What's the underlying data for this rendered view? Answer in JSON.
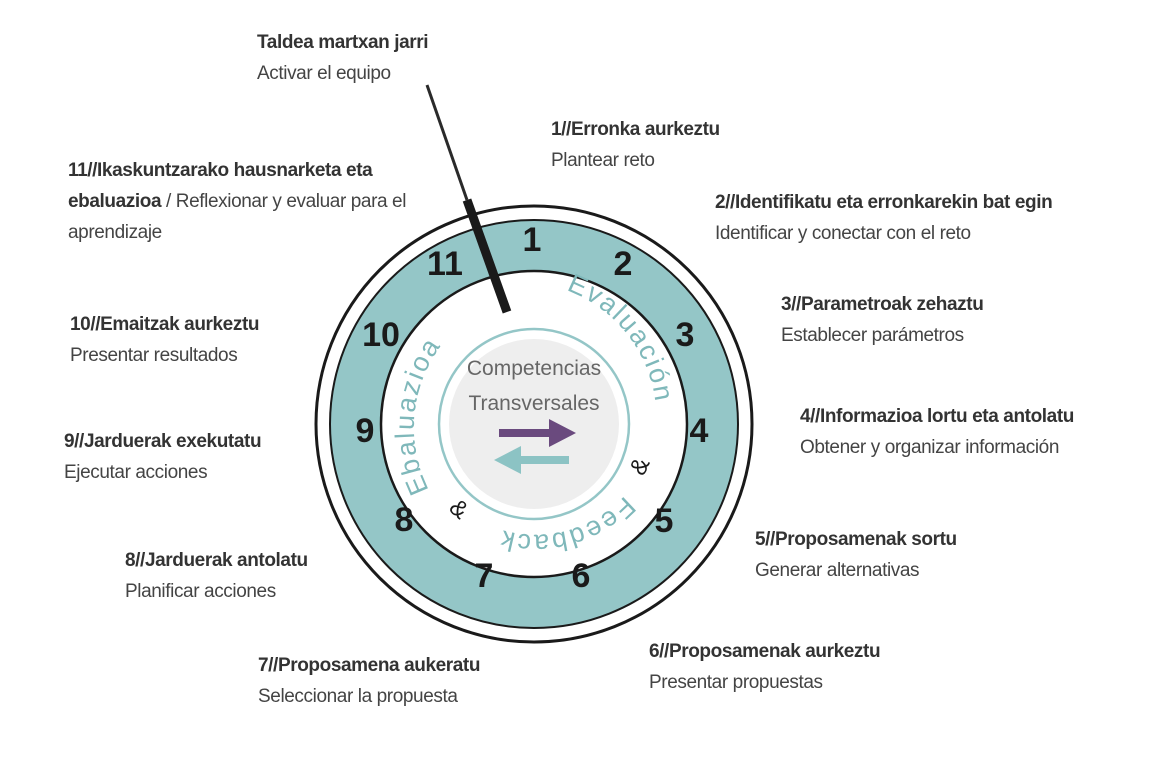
{
  "start": {
    "title": "Taldea martxan jarri",
    "subtitle": "Activar el equipo"
  },
  "steps": [
    {
      "num": "1",
      "prefix": "1//",
      "eu": "Erronka aurkeztu",
      "es": "Plantear reto"
    },
    {
      "num": "2",
      "prefix": "2//",
      "eu": "Identifikatu eta erronkarekin bat egin",
      "es": "Identificar y conectar con el reto"
    },
    {
      "num": "3",
      "prefix": "3//",
      "eu": "Parametroak zehaztu",
      "es": "Establecer parámetros"
    },
    {
      "num": "4",
      "prefix": "4//",
      "eu": "Informazioa lortu eta antolatu",
      "es": "Obtener y organizar información"
    },
    {
      "num": "5",
      "prefix": "5//",
      "eu": "Proposamenak sortu",
      "es": "Generar alternativas"
    },
    {
      "num": "6",
      "prefix": "6//",
      "eu": "Proposamenak aurkeztu",
      "es": "Presentar propuestas"
    },
    {
      "num": "7",
      "prefix": "7//",
      "eu": "Proposamena aukeratu",
      "es": "Seleccionar la propuesta"
    },
    {
      "num": "8",
      "prefix": "8//",
      "eu": "Jarduerak antolatu",
      "es": "Planificar acciones"
    },
    {
      "num": "9",
      "prefix": "9//",
      "eu": "Jarduerak exekutatu",
      "es": "Ejecutar acciones"
    },
    {
      "num": "10",
      "prefix": "10//",
      "eu": "Emaitzak aurkeztu",
      "es": "Presentar resultados"
    },
    {
      "num": "11",
      "prefix": "11//",
      "eu": "Ikaskuntzarako hausnarketa eta ebaluazioa",
      "sep": " / ",
      "es": "Reflexionar y evaluar para el aprendizaje"
    }
  ],
  "ring": {
    "arc_right": "Evaluación",
    "arc_left": "Ebaluazioa",
    "amp": "&",
    "arc_bottom": "Feedback"
  },
  "center": {
    "line1": "Competencias",
    "line2": "Transversales"
  },
  "colors": {
    "teal": "#94c6c7",
    "teal_dark": "#8bbfc0",
    "arrow_purple": "#6a4a7e",
    "arrow_teal": "#8cc3c4",
    "center_fill": "#eeeeee",
    "text": "#333333"
  }
}
